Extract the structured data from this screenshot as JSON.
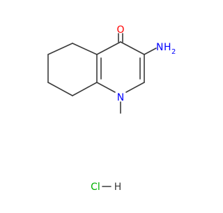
{
  "structure": {
    "atoms": {
      "oxygen": "O",
      "amino_n": "N",
      "amino_h2": "H",
      "amino_sub": "2",
      "ring_n": "N",
      "hcl_cl": "Cl",
      "hcl_h": "H"
    },
    "colors": {
      "bond": "#3a3a3a",
      "oxygen": "#ff0000",
      "nitrogen": "#0000ff",
      "chlorine": "#00b000",
      "hydrogen": "#3a3a3a"
    }
  }
}
